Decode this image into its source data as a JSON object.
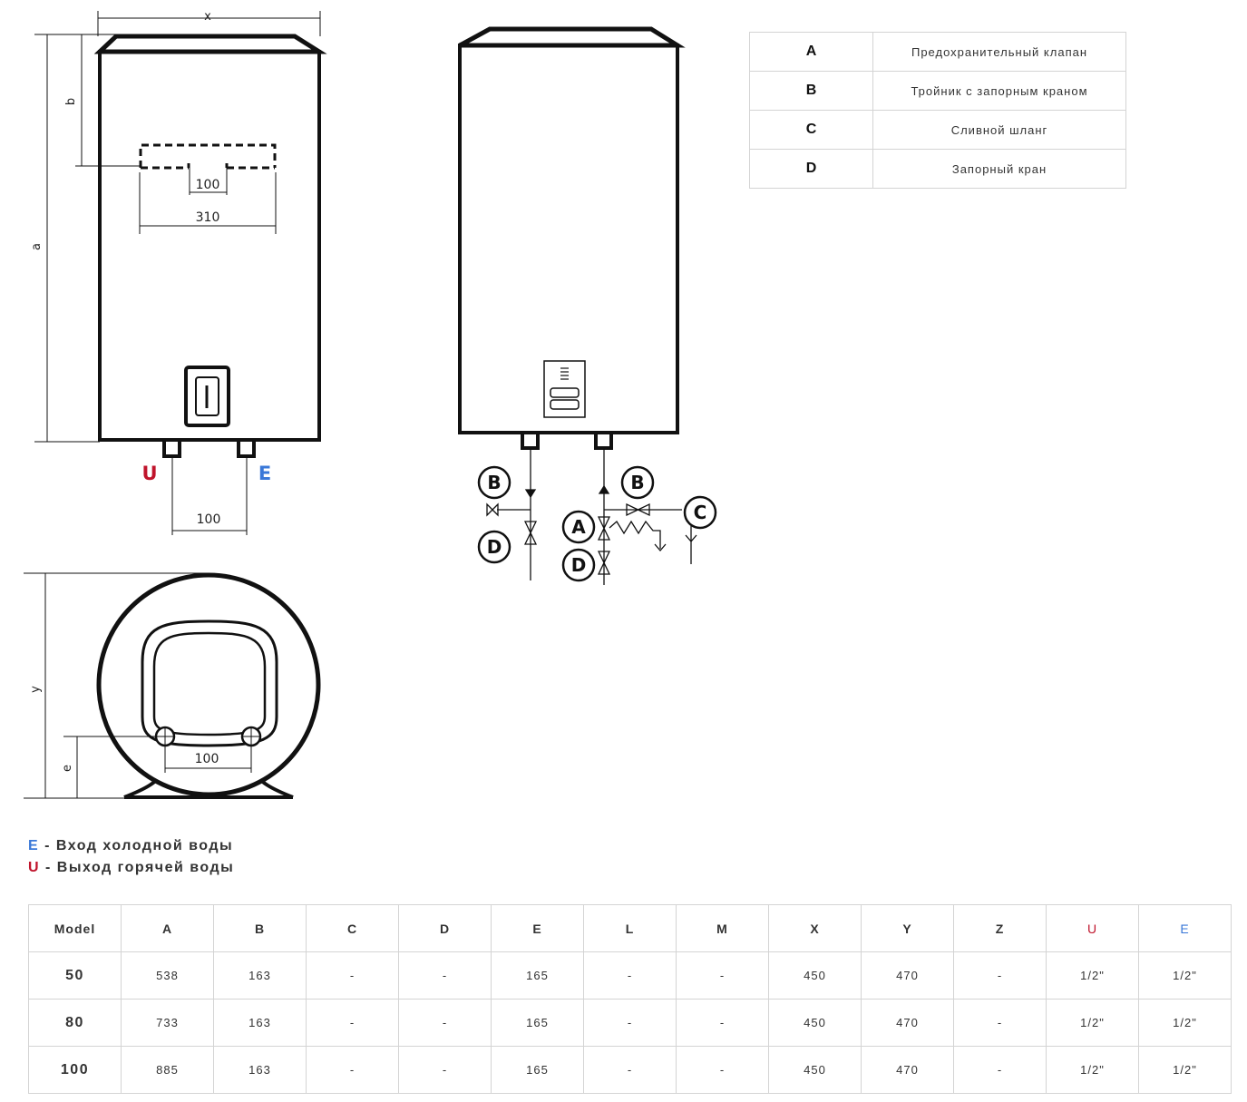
{
  "drawing": {
    "front": {
      "x": "x",
      "a": "a",
      "b": "b",
      "d100": "100",
      "d310": "310",
      "u": "U",
      "e": "E",
      "pipe100": "100"
    },
    "side": {
      "y": "y",
      "e": "e",
      "d100": "100"
    },
    "schematic": {
      "a": "A",
      "b1": "B",
      "b2": "B",
      "c": "C",
      "d1": "D",
      "d2": "D"
    },
    "colors": {
      "hot": "#c0142c",
      "cold": "#3a78d8"
    }
  },
  "legend": [
    {
      "key": "A",
      "value": "Предохранительный клапан"
    },
    {
      "key": "B",
      "value": "Тройник с запорным краном"
    },
    {
      "key": "C",
      "value": "Сливной шланг"
    },
    {
      "key": "D",
      "value": "Запорный кран"
    }
  ],
  "notes": [
    {
      "key": "E",
      "text": " - Вход холодной воды"
    },
    {
      "key": "U",
      "text": " - Выход горячей воды"
    }
  ],
  "spec_table": {
    "headers": [
      "Model",
      "A",
      "B",
      "C",
      "D",
      "E",
      "L",
      "M",
      "X",
      "Y",
      "Z",
      "U",
      "E"
    ],
    "rows": [
      [
        "50",
        "538",
        "163",
        "-",
        "-",
        "165",
        "-",
        "-",
        "450",
        "470",
        "-",
        "1/2\"",
        "1/2\""
      ],
      [
        "80",
        "733",
        "163",
        "-",
        "-",
        "165",
        "-",
        "-",
        "450",
        "470",
        "-",
        "1/2\"",
        "1/2\""
      ],
      [
        "100",
        "885",
        "163",
        "-",
        "-",
        "165",
        "-",
        "-",
        "450",
        "470",
        "-",
        "1/2\"",
        "1/2\""
      ]
    ]
  }
}
